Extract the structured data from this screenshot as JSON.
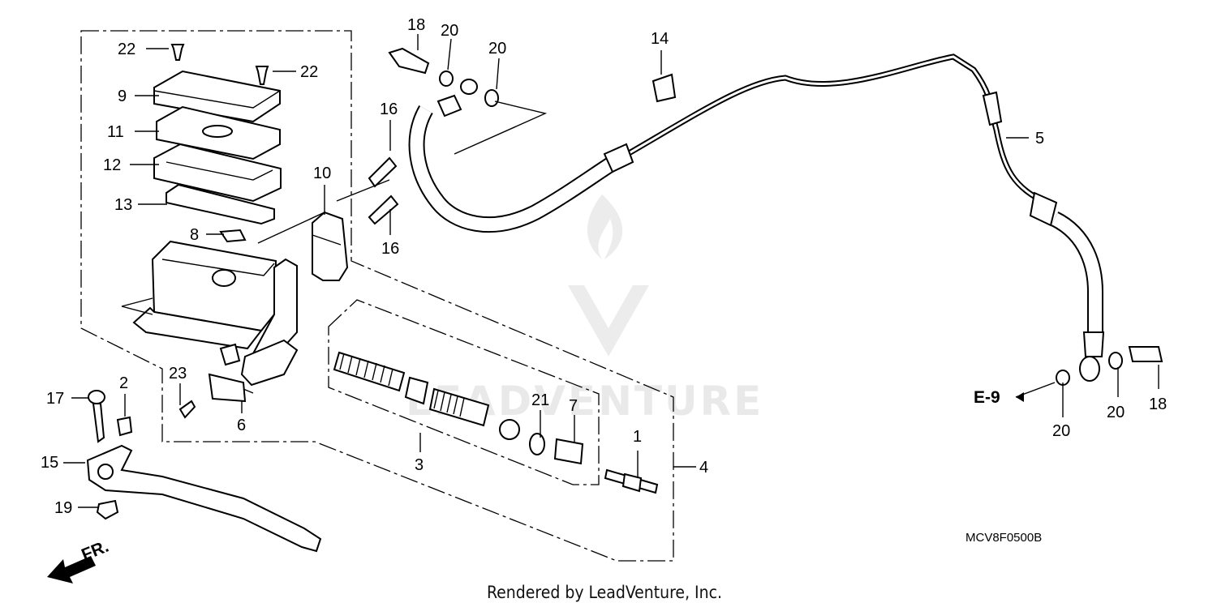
{
  "watermark": "LEADVENTURE",
  "fr_label": "FR.",
  "ref_e9": "E-9",
  "diagram_code": "MCV8F0500B",
  "credit": "Rendered by LeadVenture, Inc.",
  "callouts": {
    "c22a": "22",
    "c22b": "22",
    "c9": "9",
    "c11": "11",
    "c12": "12",
    "c13": "13",
    "c8": "8",
    "c10": "10",
    "c18a": "18",
    "c20a": "20",
    "c20b": "20",
    "c16a": "16",
    "c16b": "16",
    "c14": "14",
    "c5": "5",
    "c20c": "20",
    "c20d": "20",
    "c18b": "18",
    "c17": "17",
    "c2": "2",
    "c23": "23",
    "c6": "6",
    "c15": "15",
    "c19": "19",
    "c3": "3",
    "c21": "21",
    "c7": "7",
    "c1": "1",
    "c4": "4"
  }
}
